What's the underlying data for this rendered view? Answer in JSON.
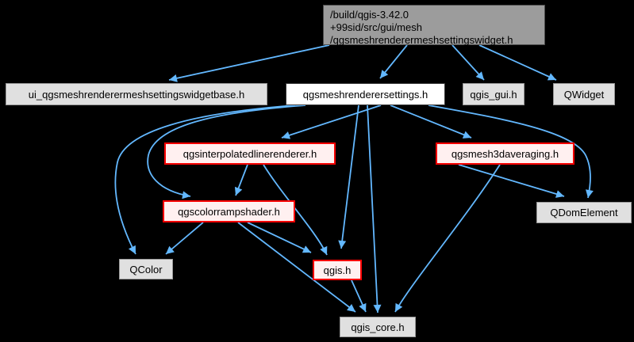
{
  "diagram": {
    "type": "include-dependency-graph",
    "colors": {
      "background": "#000000",
      "edge": "#63B8FF",
      "current_node_fill": "#9C9C9C",
      "current_node_border": "#4D4D4D",
      "plain_node_fill": "#E0E0E0",
      "plain_node_border": "#999999",
      "linked_node_fill": "#FFFFFF",
      "linked_node_border": "#3A3A3A",
      "truncated_node_fill": "#FFF0F0",
      "truncated_node_border": "#FF0000"
    },
    "nodes": {
      "main": {
        "label": "/build/qgis-3.42.0\n+99sid/src/gui/mesh\n/qgsmeshrenderermeshsettingswidget.h",
        "type": "current"
      },
      "ui_base": {
        "label": "ui_qgsmeshrenderermeshsettingswidgetbase.h",
        "type": "plain"
      },
      "settings": {
        "label": "qgsmeshrenderersettings.h",
        "type": "linked"
      },
      "qgis_gui": {
        "label": "qgis_gui.h",
        "type": "plain"
      },
      "qwidget": {
        "label": "QWidget",
        "type": "plain"
      },
      "interpolated": {
        "label": "qgsinterpolatedlinerenderer.h",
        "type": "truncated"
      },
      "mesh3d": {
        "label": "qgsmesh3daveraging.h",
        "type": "truncated"
      },
      "colorramp": {
        "label": "qgscolorrampshader.h",
        "type": "truncated"
      },
      "qdomelement": {
        "label": "QDomElement",
        "type": "plain"
      },
      "qcolor": {
        "label": "QColor",
        "type": "plain"
      },
      "qgis_h": {
        "label": "qgis.h",
        "type": "truncated"
      },
      "qgis_core": {
        "label": "qgis_core.h",
        "type": "plain"
      }
    },
    "edges": [
      {
        "from": "main",
        "to": "ui_base"
      },
      {
        "from": "main",
        "to": "settings"
      },
      {
        "from": "main",
        "to": "qgis_gui"
      },
      {
        "from": "main",
        "to": "qwidget"
      },
      {
        "from": "settings",
        "to": "interpolated"
      },
      {
        "from": "settings",
        "to": "mesh3d"
      },
      {
        "from": "settings",
        "to": "colorramp"
      },
      {
        "from": "settings",
        "to": "qcolor"
      },
      {
        "from": "settings",
        "to": "qgis_h"
      },
      {
        "from": "settings",
        "to": "qgis_core"
      },
      {
        "from": "settings",
        "to": "qdomelement"
      },
      {
        "from": "interpolated",
        "to": "colorramp"
      },
      {
        "from": "interpolated",
        "to": "qgis_h"
      },
      {
        "from": "mesh3d",
        "to": "qdomelement"
      },
      {
        "from": "mesh3d",
        "to": "qgis_core"
      },
      {
        "from": "colorramp",
        "to": "qcolor"
      },
      {
        "from": "colorramp",
        "to": "qgis_h"
      },
      {
        "from": "colorramp",
        "to": "qgis_core"
      },
      {
        "from": "qgis_h",
        "to": "qgis_core"
      }
    ]
  }
}
